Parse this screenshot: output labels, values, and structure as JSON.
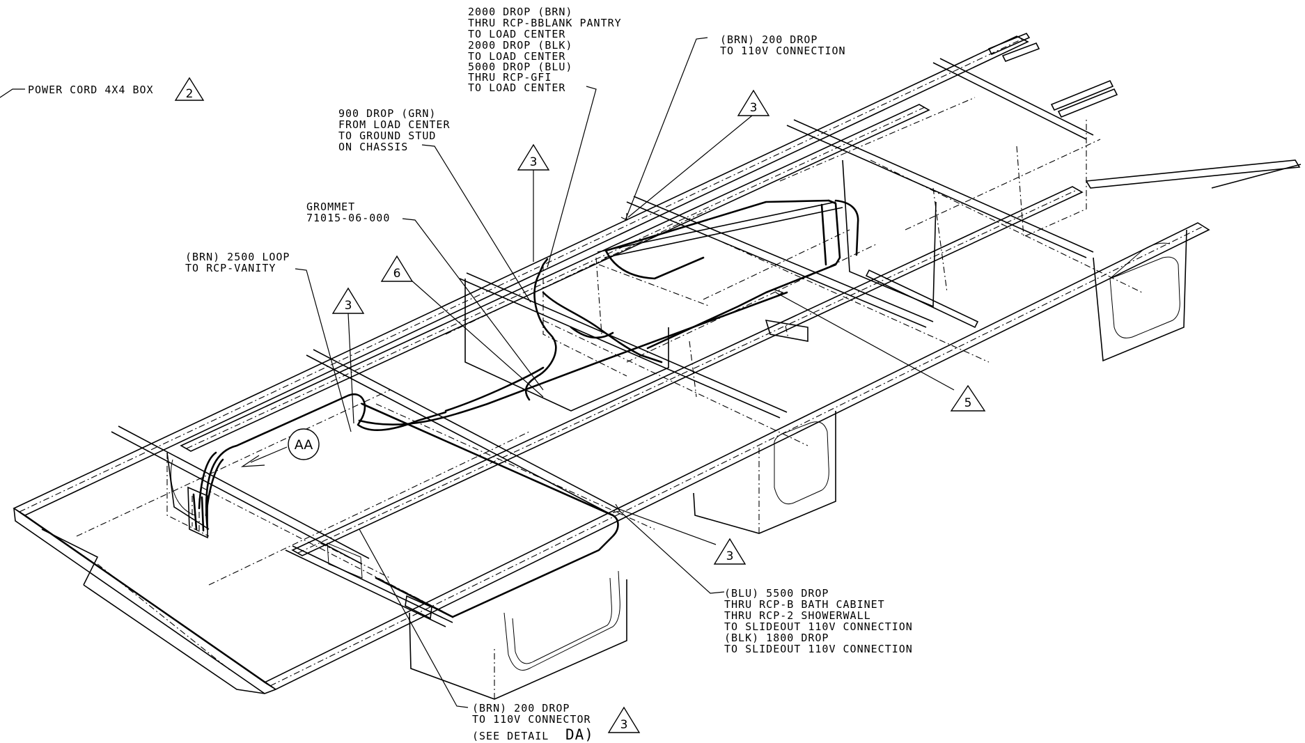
{
  "callouts": {
    "power_cord": "POWER CORD 4X4 BOX",
    "top_drops": [
      "2000 DROP (BRN)",
      "THRU RCP-BBLANK PANTRY",
      "TO LOAD CENTER",
      "2000 DROP (BLK)",
      "TO LOAD CENTER",
      "5000 DROP (BLU)",
      "THRU RCP-GFI",
      "TO LOAD CENTER"
    ],
    "brn_200_top": [
      "(BRN) 200 DROP",
      "TO 110V CONNECTION"
    ],
    "grn_900": [
      "900 DROP (GRN)",
      "FROM LOAD CENTER",
      "TO GROUND STUD",
      "ON CHASSIS"
    ],
    "grommet": [
      "GROMMET",
      "71015-06-000"
    ],
    "brn_2500": [
      "(BRN) 2500 LOOP",
      "TO RCP-VANITY"
    ],
    "blu_5500": [
      "(BLU) 5500 DROP",
      "THRU RCP-B BATH CABINET",
      "THRU RCP-2 SHOWERWALL",
      "TO SLIDEOUT 110V CONNECTION",
      "(BLK) 1800 DROP",
      "TO SLIDEOUT 110V CONNECTION"
    ],
    "brn_200_bottom": [
      "(BRN) 200 DROP",
      "TO 110V CONNECTOR"
    ],
    "see_detail": "(SEE DETAIL",
    "detail_ref": "DA)"
  },
  "markers": {
    "tri_2": "2",
    "tri_3": "3",
    "tri_5": "5",
    "tri_6": "6",
    "circle_aa": "AA"
  }
}
